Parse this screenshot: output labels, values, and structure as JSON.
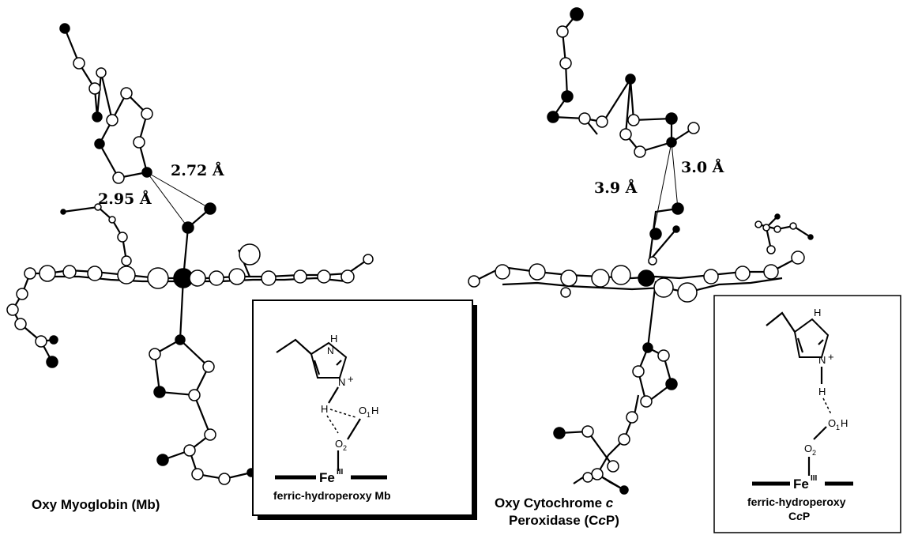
{
  "figure": {
    "left_panel": {
      "caption": "Oxy Myoglobin (Mb)",
      "distances": [
        "2.72 Å",
        "2.95 Å"
      ],
      "inset": {
        "caption": "ferric-hydroperoxy Mb",
        "labels": {
          "nh": "H",
          "n_plus": "N",
          "plus": "+",
          "h_bridge": "H",
          "o2": "O",
          "o2_sub": "2",
          "o1": "O",
          "o1_sub": "1",
          "o1_h": "H",
          "fe": "Fe",
          "fe_sup": "III"
        }
      }
    },
    "right_panel": {
      "caption_line1": "Oxy Cytochrome ",
      "caption_line1_italic": "c",
      "caption_line2_pre": "Peroxidase (C",
      "caption_line2_italic": "c",
      "caption_line2_post": "P)",
      "distances": [
        "3.0 Å",
        "3.9 Å"
      ],
      "inset": {
        "caption_line1": "ferric-hydroperoxy",
        "caption_line2_pre": "C",
        "caption_line2_italic": "c",
        "caption_line2_post": "P",
        "labels": {
          "nh": "H",
          "n_plus": "N",
          "plus": "+",
          "h_bridge": "H",
          "o2": "O",
          "o2_sub": "2",
          "o1": "O",
          "o1_sub": "1",
          "o1_h": "H",
          "fe": "Fe",
          "fe_sup": "III"
        }
      }
    }
  }
}
